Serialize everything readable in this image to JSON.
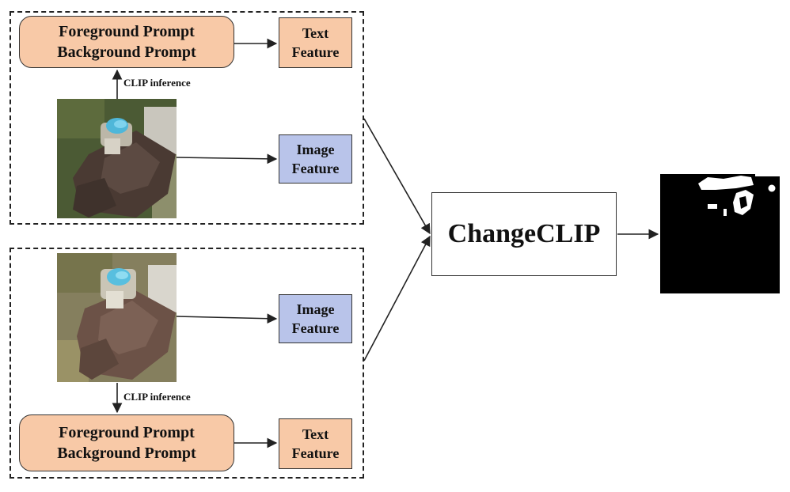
{
  "top_group": {
    "prompt_line1": "Foreground Prompt",
    "prompt_line2": "Background Prompt",
    "text_feature_line1": "Text",
    "text_feature_line2": "Feature",
    "image_feature_line1": "Image",
    "image_feature_line2": "Feature",
    "clip_label": "CLIP inference"
  },
  "bottom_group": {
    "prompt_line1": "Foreground Prompt",
    "prompt_line2": "Background Prompt",
    "text_feature_line1": "Text",
    "text_feature_line2": "Feature",
    "image_feature_line1": "Image",
    "image_feature_line2": "Feature",
    "clip_label": "CLIP inference"
  },
  "model": {
    "label": "ChangeCLIP"
  },
  "colors": {
    "prompt_fill": "#f8c9a7",
    "text_feature_fill": "#f8c9a7",
    "image_feature_fill": "#b9c4ea",
    "mask_background": "#000000",
    "mask_foreground": "#ffffff"
  },
  "icons": {
    "image_t1": "aerial-house-pool-image",
    "image_t2": "aerial-house-pool-image",
    "output": "change-mask-image"
  }
}
